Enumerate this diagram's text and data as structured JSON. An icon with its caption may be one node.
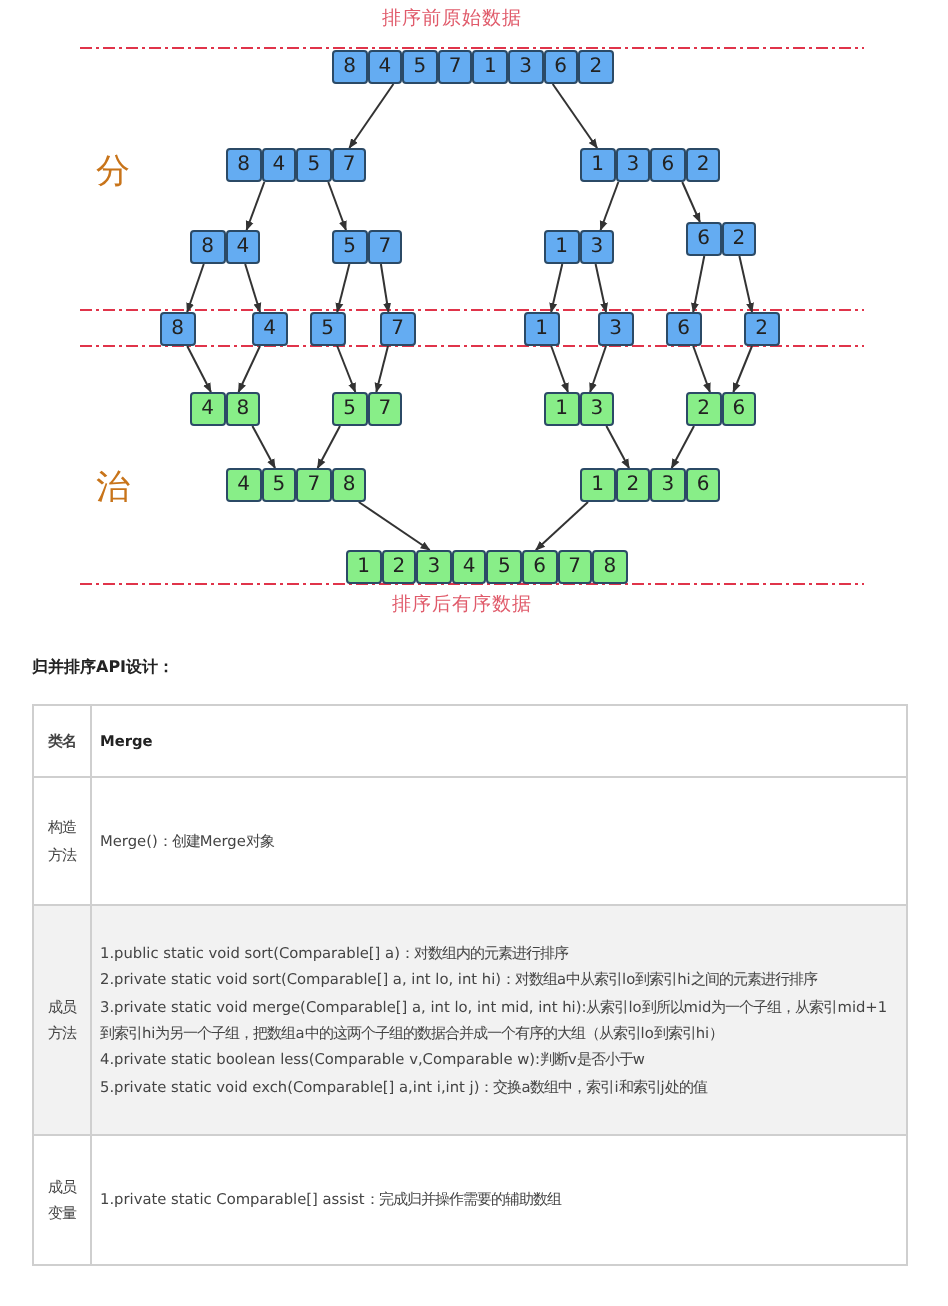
{
  "diagram": {
    "nodes": [
      {
        "text": [
          "8",
          "4",
          "5",
          "7",
          "1",
          "3",
          "6",
          "2"
        ]
      },
      {
        "text": [
          "8",
          "4",
          "5",
          "7"
        ]
      },
      {
        "text": [
          "1",
          "3",
          "6",
          "2"
        ]
      },
      {
        "text": [
          "8",
          "4"
        ]
      },
      {
        "text": [
          "5",
          "7"
        ]
      },
      {
        "text": [
          "1",
          "3"
        ]
      },
      {
        "text": [
          "6",
          "2"
        ]
      },
      {
        "text": [
          "8"
        ]
      },
      {
        "text": [
          "4"
        ]
      },
      {
        "text": [
          "5"
        ]
      },
      {
        "text": [
          "7"
        ]
      },
      {
        "text": [
          "1"
        ]
      },
      {
        "text": [
          "3"
        ]
      },
      {
        "text": [
          "6"
        ]
      },
      {
        "text": [
          "2"
        ]
      },
      {
        "text": [
          "4",
          "8"
        ]
      },
      {
        "text": [
          "5",
          "7"
        ]
      },
      {
        "text": [
          "1",
          "3"
        ]
      },
      {
        "text": [
          "2",
          "6"
        ]
      },
      {
        "text": [
          "4",
          "5",
          "7",
          "8"
        ]
      },
      {
        "text": [
          "1",
          "2",
          "3",
          "6"
        ]
      },
      {
        "text": [
          "1",
          "2",
          "3",
          "4",
          "5",
          "6",
          "7",
          "8"
        ]
      }
    ],
    "edges": [
      {
        "from": 0,
        "to": 1,
        "arrow": "to"
      },
      {
        "from": 0,
        "to": 2,
        "arrow": "to"
      },
      {
        "from": 1,
        "to": 3,
        "arrow": "to"
      },
      {
        "from": 1,
        "to": 4,
        "arrow": "to"
      },
      {
        "from": 2,
        "to": 5,
        "arrow": "to"
      },
      {
        "from": 2,
        "to": 6,
        "arrow": "to"
      },
      {
        "from": 3,
        "to": 7,
        "arrow": "to"
      },
      {
        "from": 3,
        "to": 8,
        "arrow": "to"
      },
      {
        "from": 4,
        "to": 9,
        "arrow": "to"
      },
      {
        "from": 4,
        "to": 10,
        "arrow": "to"
      },
      {
        "from": 5,
        "to": 11,
        "arrow": "to"
      },
      {
        "from": 5,
        "to": 12,
        "arrow": "to"
      },
      {
        "from": 6,
        "to": 13,
        "arrow": "to"
      },
      {
        "from": 6,
        "to": 14,
        "arrow": "to"
      },
      {
        "from": 7,
        "to": 15,
        "arrow": "to"
      },
      {
        "from": 8,
        "to": 15,
        "arrow": "to"
      },
      {
        "from": 9,
        "to": 16,
        "arrow": "to"
      },
      {
        "from": 10,
        "to": 16,
        "arrow": "to"
      },
      {
        "from": 11,
        "to": 17,
        "arrow": "to"
      },
      {
        "from": 12,
        "to": 17,
        "arrow": "to"
      },
      {
        "from": 13,
        "to": 18,
        "arrow": "to"
      },
      {
        "from": 14,
        "to": 18,
        "arrow": "to"
      },
      {
        "from": 15,
        "to": 19,
        "arrow": "to"
      },
      {
        "from": 16,
        "to": 19,
        "arrow": "to"
      },
      {
        "from": 17,
        "to": 20,
        "arrow": "to"
      },
      {
        "from": 18,
        "to": 20,
        "arrow": "to"
      },
      {
        "from": 19,
        "to": 21,
        "arrow": "to"
      },
      {
        "from": 20,
        "to": 21,
        "arrow": "to"
      }
    ],
    "labels": [
      "排序前原始数据",
      "分",
      "治",
      "排序后有序数据",
      "归并排序API设计：",
      "类名",
      "Merge",
      "构造方法",
      "Merge()：创建Merge对象",
      "成员方法",
      "1.public static void sort(Comparable[] a)：对数组内的元素进行排序",
      "2.private static void sort(Comparable[] a, int lo, int hi)：对数组a中从索引lo到索引hi之间的元素进行排序",
      "3.private static void merge(Comparable[] a, int lo, int mid, int hi):从索引lo到所以mid为一个子组，从索引mid+1到索引hi为另一个子组，把数组a中的这两个子组的数据合并成一个有序的大组（从索引lo到索引hi）",
      "4.private static boolean less(Comparable v,Comparable w):判断v是否小于w",
      "5.private static void exch(Comparable[] a,int i,int j)：交换a数组中，索引i和索引j处的值",
      "成员变量",
      "1.private static Comparable[] assist：完成归并操作需要的辅助数组"
    ]
  }
}
